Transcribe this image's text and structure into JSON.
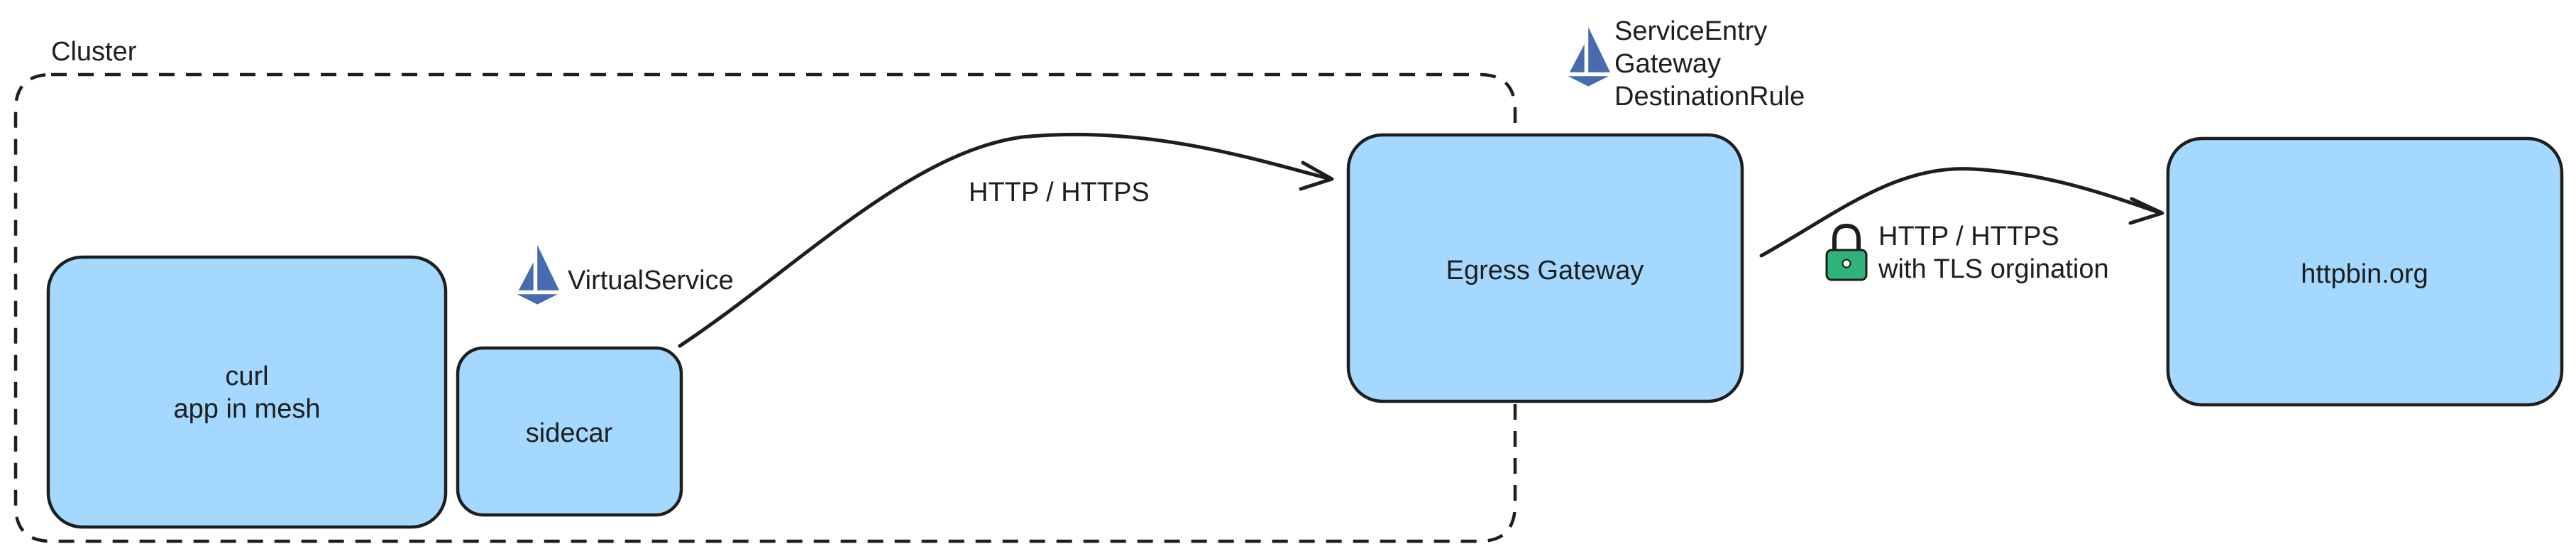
{
  "cluster": {
    "label": "Cluster"
  },
  "nodes": {
    "app": {
      "line1": "curl",
      "line2": "app in mesh"
    },
    "sidecar": {
      "label": "sidecar"
    },
    "egress": {
      "label": "Egress Gateway"
    },
    "httpbin": {
      "label": "httpbin.org"
    }
  },
  "annotations": {
    "virtualservice": "VirtualService",
    "egress_resources": [
      "ServiceEntry",
      "Gateway",
      "DestinationRule"
    ]
  },
  "edges": {
    "sidecar_to_egress": {
      "label": "HTTP / HTTPS"
    },
    "egress_to_httpbin": {
      "line1": "HTTP / HTTPS",
      "line2": "with TLS orgination"
    }
  },
  "icons": {
    "istio": "istio-sail-icon",
    "lock": "lock-icon"
  },
  "colors": {
    "node_fill": "#a5d8ff",
    "stroke": "#1e1e1e",
    "istio_blue": "#466bb0",
    "lock_green": "#2fb37a"
  }
}
